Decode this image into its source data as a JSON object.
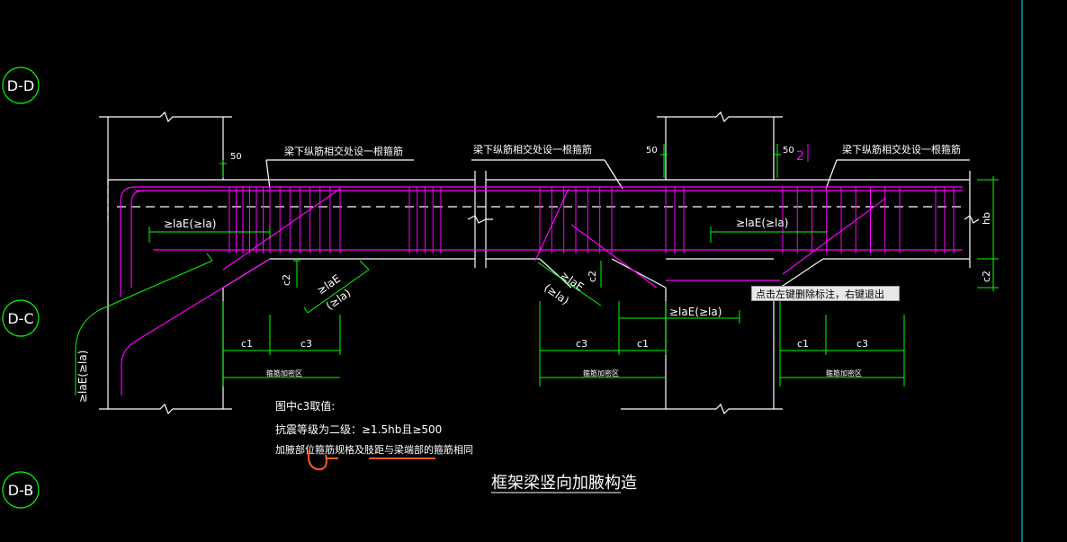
{
  "axis_labels": {
    "top": "D-D",
    "middle": "D-C",
    "bottom": "D-B"
  },
  "dims": {
    "fifty_left": "50",
    "fifty_mid": "50",
    "fifty_right": "50",
    "two": "2",
    "hb": "hb",
    "c2_right": "c2",
    "c2_left": "c2",
    "c2_mid": "c2",
    "c1_left": "c1",
    "c3_left": "c3",
    "c3_mid": "c3",
    "c1_mid": "c1",
    "c1_right": "c1",
    "c3_right": "c3"
  },
  "labels": {
    "top_note_1": "梁下纵筋相交处设一根箍筋",
    "top_note_2": "梁下纵筋相交处设一根箍筋",
    "top_note_3": "梁下纵筋相交处设一根箍筋",
    "anchor_left": "≥laE(≥la)",
    "anchor_right": "≥laE(≥la)",
    "anchor_mid_bottom": "≥laE(≥la)",
    "diag_left_1": "≥laE",
    "diag_left_2": "(≥la)",
    "diag_mid_1": "≥laE",
    "diag_mid_2": "(≥la)",
    "vertical_left": "≥laE(≥la)",
    "stirrup_zone_left": "箍筋加密区",
    "stirrup_zone_mid": "箍筋加密区",
    "stirrup_zone_right": "箍筋加密区"
  },
  "notes": {
    "c3_heading": "图中c3取值:",
    "c3_rule": "抗震等级为二级：≥1.5hb且≥500",
    "haunch_rule": "加腋部位箍筋规格及肢距与梁端部的箍筋相同"
  },
  "title": "框架梁竖向加腋构造",
  "tooltip": "点击左键删除标注，右键退出",
  "colors": {
    "background": "#000000",
    "rebar": "#ff00ff",
    "dimension": "#00ff00",
    "outline": "#ffffff",
    "highlight": "#ff5a1e",
    "axis_circle": "#00ff00",
    "edge_line": "#00c8c8"
  }
}
